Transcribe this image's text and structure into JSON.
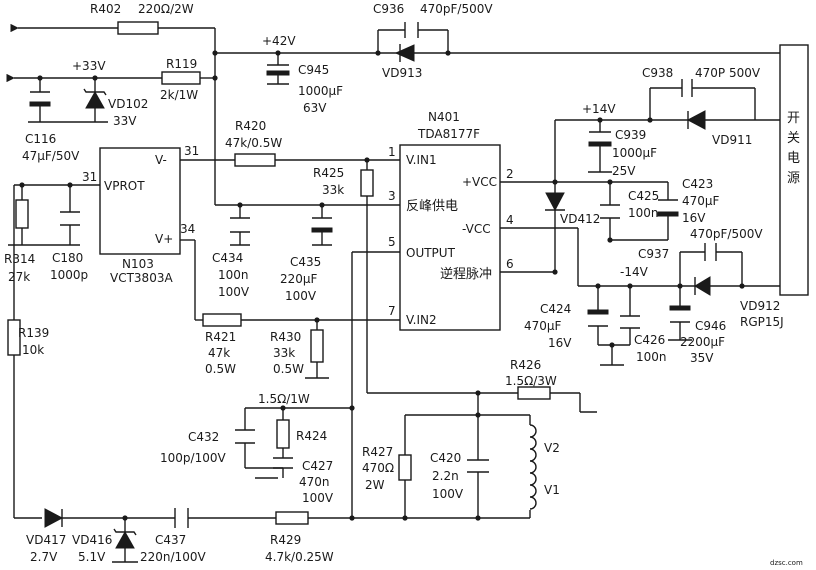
{
  "ic_n401": {
    "ref": "N401",
    "part": "TDA8177F",
    "pins": [
      {
        "num": "1",
        "name": "V.IN1"
      },
      {
        "num": "3",
        "name": "反峰供电"
      },
      {
        "num": "5",
        "name": "OUTPUT"
      },
      {
        "num": "7",
        "name": "V.IN2"
      },
      {
        "num": "2",
        "name": "+VCC"
      },
      {
        "num": "4",
        "name": "-VCC"
      },
      {
        "num": "6",
        "name": "逆程脉冲"
      }
    ]
  },
  "ic_n103": {
    "ref": "N103",
    "part": "VCT3803A",
    "pins": [
      {
        "num": "31",
        "name": "V-"
      },
      {
        "num": "31",
        "name": "VPROT"
      },
      {
        "num": "34",
        "name": "V+"
      }
    ]
  },
  "supply_block": {
    "label": "开关电源"
  },
  "rails": {
    "p42": "+42V",
    "p33": "+33V",
    "p14": "+14V",
    "m14": "-14V"
  },
  "components": {
    "r402": {
      "ref": "R402",
      "value": "220Ω/2W"
    },
    "r119": {
      "ref": "R119",
      "value": "2k/1W"
    },
    "r420": {
      "ref": "R420",
      "value": "47k/0.5W"
    },
    "r425": {
      "ref": "R425",
      "value": "33k"
    },
    "r421": {
      "ref": "R421",
      "value_1": "47k",
      "value_2": "0.5W"
    },
    "r430": {
      "ref": "R430",
      "value_1": "33k",
      "value_2": "0.5W"
    },
    "r314": {
      "ref": "R314",
      "value": "27k"
    },
    "r139": {
      "ref": "R139",
      "value": "10k"
    },
    "r424": {
      "ref": "R424",
      "value": "1.5Ω/1W"
    },
    "r426": {
      "ref": "R426",
      "value": "1.5Ω/3W"
    },
    "r427": {
      "ref": "R427",
      "value_1": "470Ω",
      "value_2": "2W"
    },
    "r429": {
      "ref": "R429",
      "value": "4.7k/0.25W"
    },
    "c936": {
      "ref": "C936",
      "value": "470pF/500V"
    },
    "c945": {
      "ref": "C945",
      "value_1": "1000μF",
      "value_2": "63V"
    },
    "c116": {
      "ref": "C116",
      "value": "47μF/50V"
    },
    "c180": {
      "ref": "C180",
      "value": "1000p"
    },
    "c434": {
      "ref": "C434",
      "value_1": "100n",
      "value_2": "100V"
    },
    "c435": {
      "ref": "C435",
      "value_1": "220μF",
      "value_2": "100V"
    },
    "c432": {
      "ref": "C432",
      "value": "100p/100V"
    },
    "c427": {
      "ref": "C427",
      "value_1": "470n",
      "value_2": "100V"
    },
    "c420": {
      "ref": "C420",
      "value_1": "2.2n",
      "value_2": "100V"
    },
    "c437": {
      "ref": "C437",
      "value": "220n/100V"
    },
    "c938": {
      "ref": "C938",
      "value": "470P 500V"
    },
    "c939": {
      "ref": "C939",
      "value_1": "1000μF",
      "value_2": "25V"
    },
    "c425": {
      "ref": "C425",
      "value": "100n"
    },
    "c423": {
      "ref": "C423",
      "value_1": "470μF",
      "value_2": "16V"
    },
    "c937": {
      "ref": "C937",
      "value": "470pF/500V"
    },
    "c424": {
      "ref": "C424",
      "value_1": "470μF",
      "value_2": "16V"
    },
    "c426": {
      "ref": "C426",
      "value": "100n"
    },
    "c946": {
      "ref": "C946",
      "value_1": "2200μF",
      "value_2": "35V"
    },
    "vd913": {
      "ref": "VD913"
    },
    "vd102": {
      "ref": "VD102",
      "value": "33V"
    },
    "vd911": {
      "ref": "VD911"
    },
    "vd412": {
      "ref": "VD412"
    },
    "vd912": {
      "ref": "VD912",
      "value": "RGP15J"
    },
    "vd417": {
      "ref": "VD417",
      "value": "2.7V"
    },
    "vd416": {
      "ref": "VD416",
      "value": "5.1V"
    },
    "coil_v2": {
      "ref": "V2"
    },
    "coil_v1": {
      "ref": "V1"
    }
  },
  "watermark": "dzsc.com"
}
